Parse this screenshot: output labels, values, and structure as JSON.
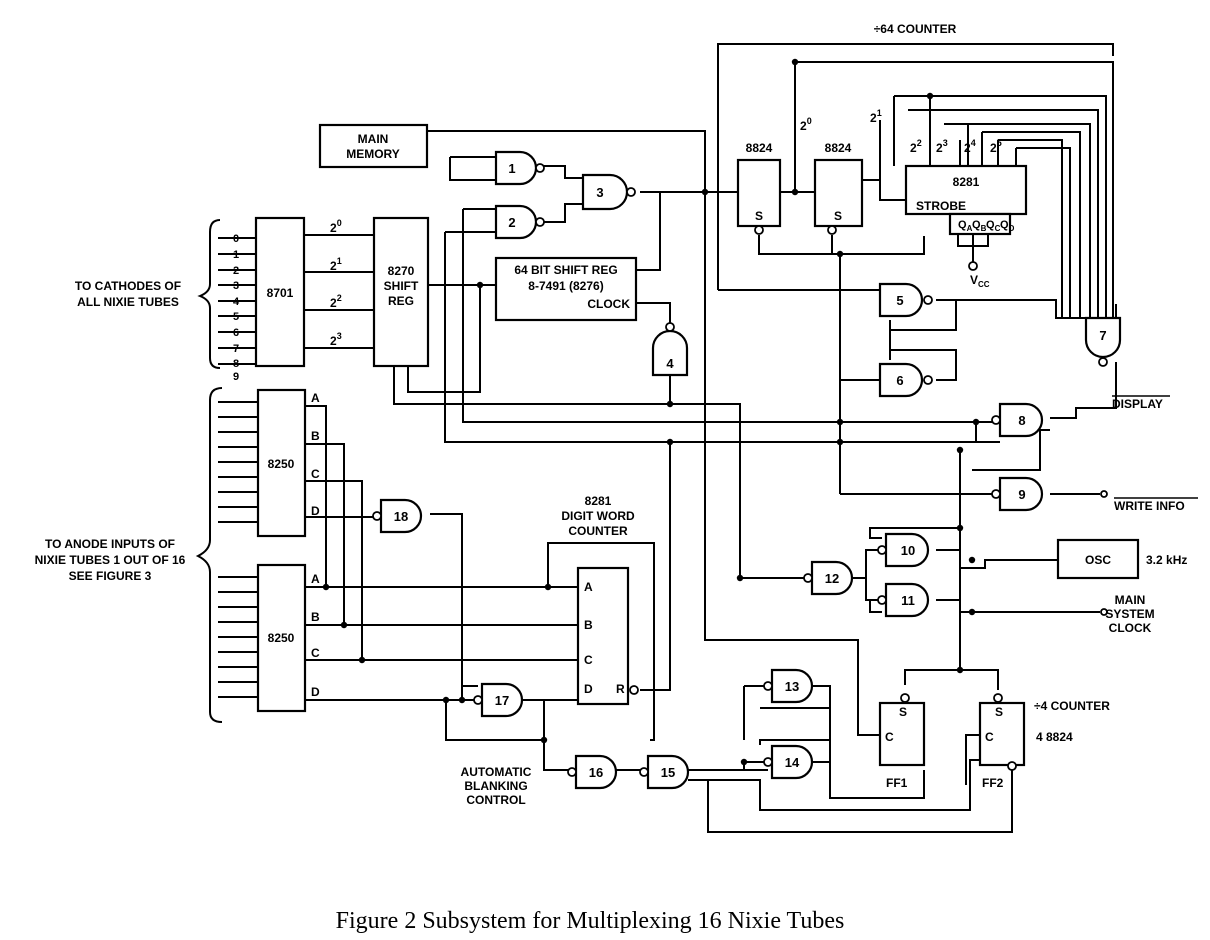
{
  "caption": "Figure 2   Subsystem for Multiplexing 16 Nixie Tubes",
  "counter64": "÷64 COUNTER",
  "counter4": "÷4 COUNTER",
  "ff8824": "4 8824",
  "main_memory": [
    "MAIN",
    "MEMORY"
  ],
  "chip_8824": "8824",
  "chip_8281": "8281",
  "strobe": "STROBE",
  "s_label": "S",
  "pow": [
    "2",
    "2",
    "2",
    "2",
    "2",
    "2"
  ],
  "pow_sup": [
    "0",
    "1",
    "2",
    "3",
    "4",
    "5"
  ],
  "qlabels": [
    "Q",
    "Q",
    "Q",
    "Q"
  ],
  "qsub": [
    "A",
    "B",
    "C",
    "D"
  ],
  "vcc": "V",
  "vcc_sub": "CC",
  "chip_8701": "8701",
  "shift8270": [
    "8270",
    "SHIFT",
    "REG"
  ],
  "bcd": [
    "2",
    "2",
    "2",
    "2"
  ],
  "bcd_sup": [
    "0",
    "1",
    "2",
    "3"
  ],
  "shift64": [
    "64 BIT SHIFT REG",
    "8-7491 (8276)",
    "CLOCK"
  ],
  "cathode_nums": [
    "0",
    "1",
    "2",
    "3",
    "4",
    "5",
    "6",
    "7",
    "8",
    "9"
  ],
  "cathodes_label": [
    "TO CATHODES OF",
    "ALL NIXIE TUBES"
  ],
  "anodes_label": [
    "TO ANODE INPUTS OF",
    "NIXIE TUBES 1 OUT OF 16",
    "SEE FIGURE 3"
  ],
  "chip_8250": "8250",
  "abcd": [
    "A",
    "B",
    "C",
    "D"
  ],
  "counter8281": [
    "8281",
    "DIGIT WORD",
    "COUNTER"
  ],
  "r_label": "R",
  "c_label": "C",
  "ff1": "FF1",
  "ff2": "FF2",
  "osc": "OSC",
  "freq": "3.2 kHz",
  "display": "DISPLAY",
  "write_info": "WRITE INFO",
  "main_clock": [
    "MAIN",
    "SYSTEM",
    "CLOCK"
  ],
  "blanking": [
    "AUTOMATIC",
    "BLANKING",
    "CONTROL"
  ],
  "gates": [
    "1",
    "2",
    "3",
    "4",
    "5",
    "6",
    "7",
    "8",
    "9",
    "10",
    "11",
    "12",
    "13",
    "14",
    "15",
    "16",
    "17",
    "18"
  ]
}
